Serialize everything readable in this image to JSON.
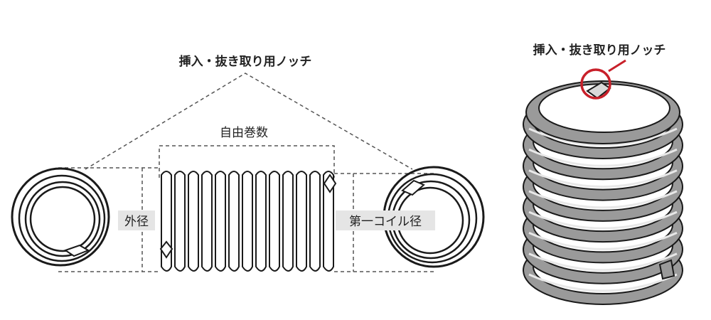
{
  "labels": {
    "notch_left": "挿入・抜き取り用ノッチ",
    "free_coils": "自由巻数",
    "outer_diameter": "外径",
    "first_coil_diameter": "第一コイル径",
    "notch_right": "挿入・抜き取り用ノッチ"
  },
  "colors": {
    "line": "#1a1a1a",
    "dash": "#555555",
    "coil_fill": "#9a9a9a",
    "highlight_circle": "#c8202a",
    "label_bg": "#e5e5e5"
  },
  "coil_turns": 13,
  "stack_turns": 8
}
